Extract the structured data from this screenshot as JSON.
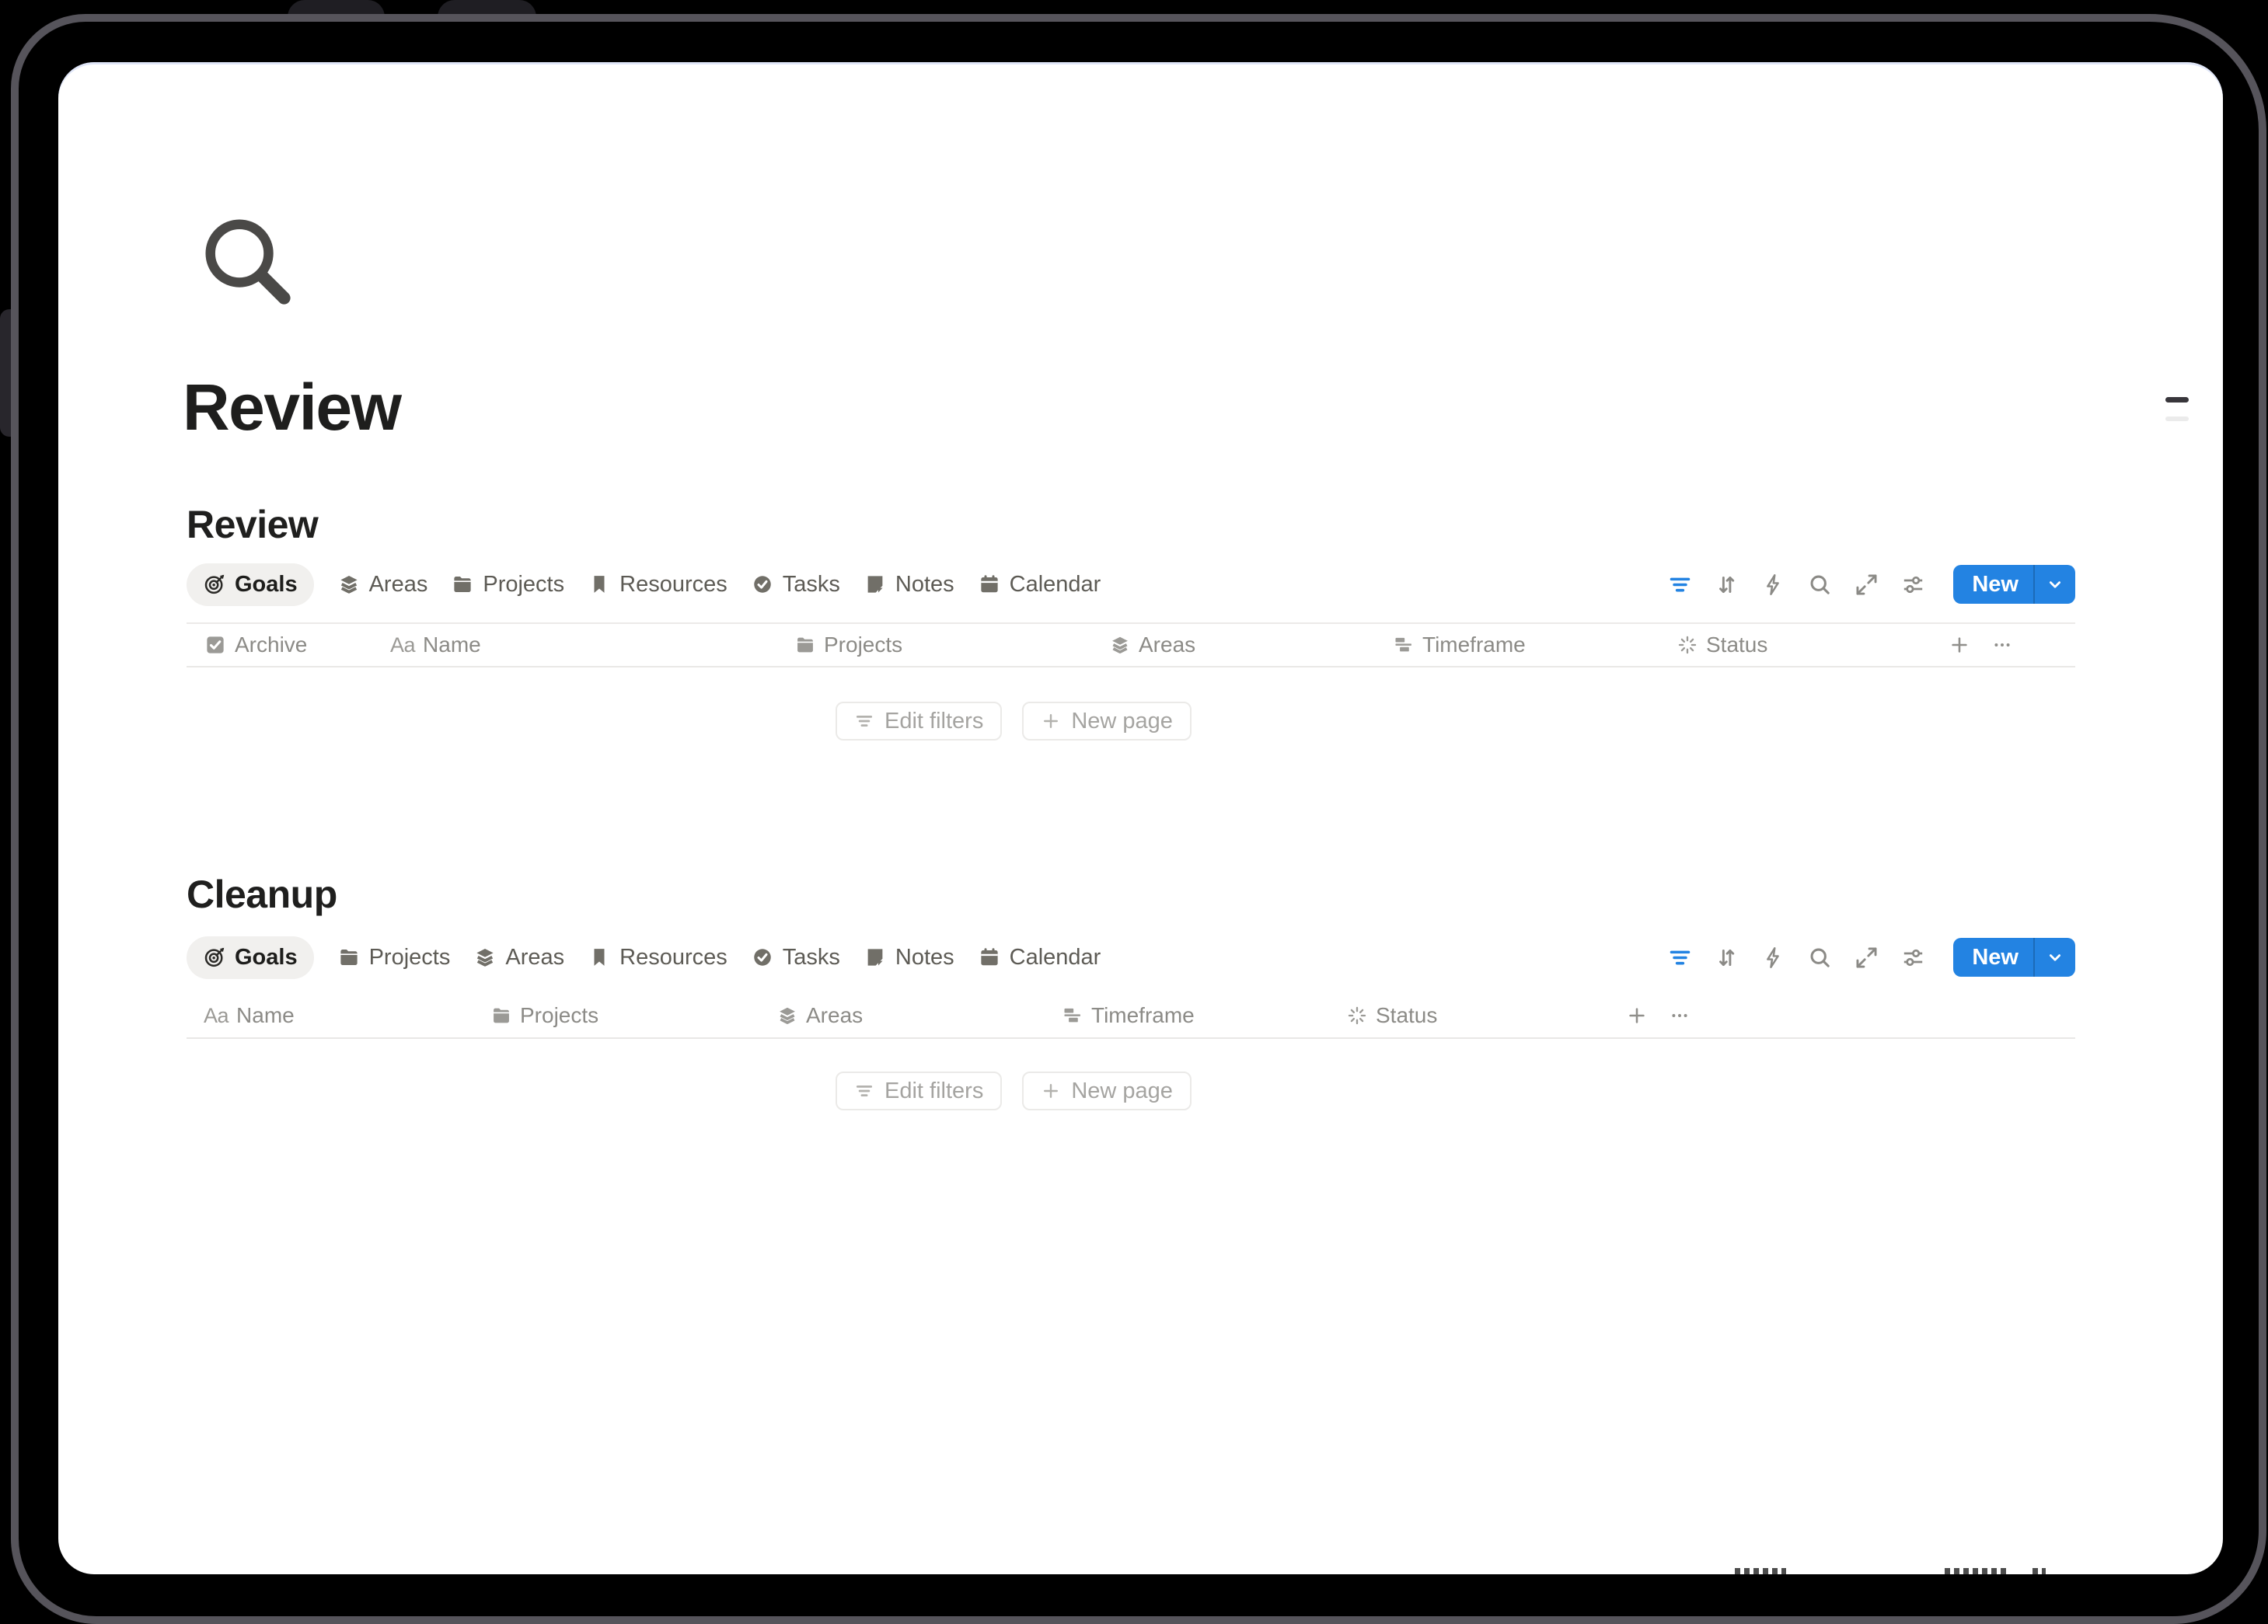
{
  "page": {
    "title": "Review",
    "icon": "magnifier"
  },
  "sections": [
    {
      "heading": "Review",
      "tabs": [
        {
          "label": "Goals",
          "icon": "target",
          "active": true
        },
        {
          "label": "Areas",
          "icon": "stack",
          "active": false
        },
        {
          "label": "Projects",
          "icon": "folder",
          "active": false
        },
        {
          "label": "Resources",
          "icon": "bookmark",
          "active": false
        },
        {
          "label": "Tasks",
          "icon": "check-circle",
          "active": false
        },
        {
          "label": "Notes",
          "icon": "note",
          "active": false
        },
        {
          "label": "Calendar",
          "icon": "calendar",
          "active": false
        }
      ],
      "toolbar": {
        "icons": [
          "filter",
          "sort-arrows",
          "lightning",
          "search",
          "expand",
          "sliders"
        ],
        "filter_active": true,
        "new_button": {
          "label": "New",
          "icon": "chevron-down"
        }
      },
      "columns": [
        {
          "label": "Archive",
          "icon": "checkbox"
        },
        {
          "label": "Name",
          "icon": "Aa"
        },
        {
          "label": "Projects",
          "icon": "folder"
        },
        {
          "label": "Areas",
          "icon": "stack"
        },
        {
          "label": "Timeframe",
          "icon": "timeline-bars"
        },
        {
          "label": "Status",
          "icon": "spinner"
        }
      ],
      "row_tools": [
        "plus",
        "ellipsis"
      ],
      "empty_actions": [
        {
          "label": "Edit filters",
          "icon": "filter"
        },
        {
          "label": "New page",
          "icon": "plus"
        }
      ]
    },
    {
      "heading": "Cleanup",
      "tabs": [
        {
          "label": "Goals",
          "icon": "target",
          "active": true
        },
        {
          "label": "Projects",
          "icon": "folder",
          "active": false
        },
        {
          "label": "Areas",
          "icon": "stack",
          "active": false
        },
        {
          "label": "Resources",
          "icon": "bookmark",
          "active": false
        },
        {
          "label": "Tasks",
          "icon": "check-circle",
          "active": false
        },
        {
          "label": "Notes",
          "icon": "note",
          "active": false
        },
        {
          "label": "Calendar",
          "icon": "calendar",
          "active": false
        }
      ],
      "toolbar": {
        "icons": [
          "filter",
          "sort-arrows",
          "lightning",
          "search",
          "expand",
          "sliders"
        ],
        "filter_active": true,
        "new_button": {
          "label": "New",
          "icon": "chevron-down"
        }
      },
      "columns": [
        {
          "label": "Name",
          "icon": "Aa"
        },
        {
          "label": "Projects",
          "icon": "folder"
        },
        {
          "label": "Areas",
          "icon": "stack"
        },
        {
          "label": "Timeframe",
          "icon": "timeline-bars"
        },
        {
          "label": "Status",
          "icon": "spinner"
        }
      ],
      "row_tools": [
        "plus",
        "ellipsis"
      ],
      "empty_actions": [
        {
          "label": "Edit filters",
          "icon": "filter"
        },
        {
          "label": "New page",
          "icon": "plus"
        }
      ]
    }
  ],
  "colors": {
    "accent_blue": "#2383e2",
    "selected_tab_bg": "#f1f0ee",
    "hairline": "#e9e8e6"
  }
}
